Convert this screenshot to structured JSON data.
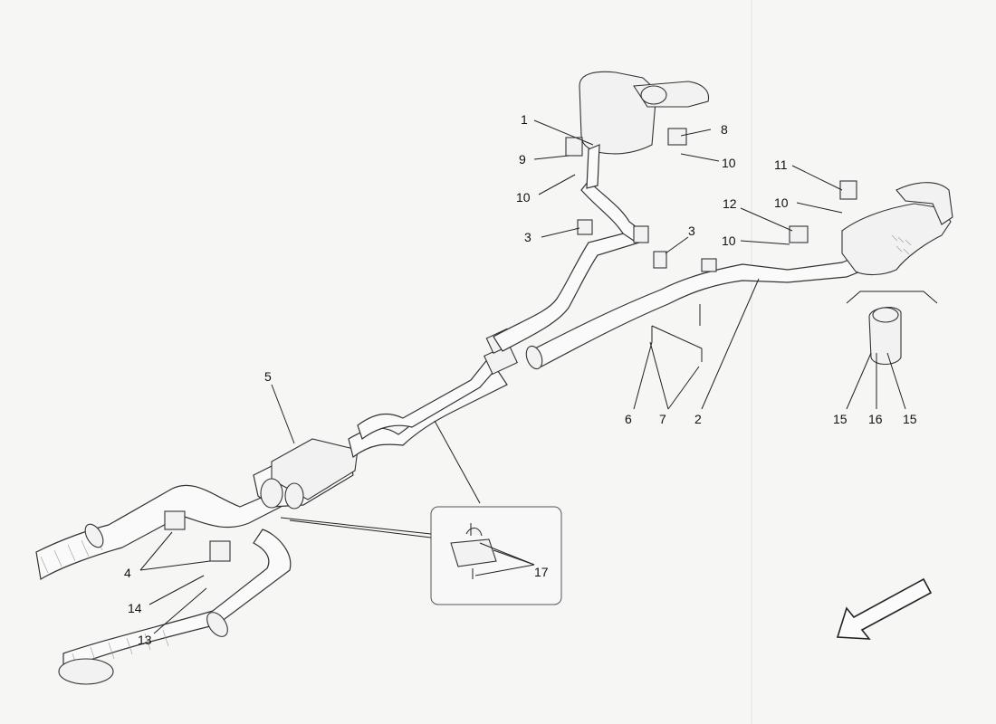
{
  "diagram": {
    "callouts": [
      {
        "id": "c1",
        "label": "1"
      },
      {
        "id": "c2",
        "label": "2"
      },
      {
        "id": "c3a",
        "label": "3"
      },
      {
        "id": "c3b",
        "label": "3"
      },
      {
        "id": "c4",
        "label": "4"
      },
      {
        "id": "c5",
        "label": "5"
      },
      {
        "id": "c6",
        "label": "6"
      },
      {
        "id": "c7",
        "label": "7"
      },
      {
        "id": "c8",
        "label": "8"
      },
      {
        "id": "c9",
        "label": "9"
      },
      {
        "id": "c10a",
        "label": "10"
      },
      {
        "id": "c10b",
        "label": "10"
      },
      {
        "id": "c10c",
        "label": "10"
      },
      {
        "id": "c10d",
        "label": "10"
      },
      {
        "id": "c11",
        "label": "11"
      },
      {
        "id": "c12",
        "label": "12"
      },
      {
        "id": "c13",
        "label": "13"
      },
      {
        "id": "c14",
        "label": "14"
      },
      {
        "id": "c15a",
        "label": "15"
      },
      {
        "id": "c15b",
        "label": "15"
      },
      {
        "id": "c16",
        "label": "16"
      },
      {
        "id": "c17",
        "label": "17"
      }
    ],
    "direction_arrow_icon": "arrow-down-left-icon"
  }
}
